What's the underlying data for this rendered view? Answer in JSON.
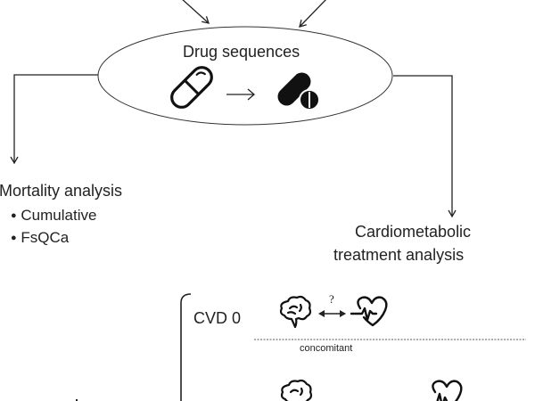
{
  "diagram": {
    "center_node": {
      "label": "Drug sequences",
      "icons": [
        "capsule-outline-icon",
        "arrow-right-icon",
        "pills-filled-icon"
      ],
      "arrow_glyph": "→"
    },
    "left_branch": {
      "title": "Mortality analysis",
      "bullets": [
        "Cumulative",
        "FsQCa"
      ],
      "bullet_glyph": "●"
    },
    "right_branch": {
      "title_line1": "Cardiometabolic",
      "title_line2": "treatment analysis"
    },
    "cvd_section": {
      "label": "CVD 0",
      "relation_symbol": "?",
      "relation_label": "concomitant",
      "icons": [
        "brain-icon",
        "double-arrow-icon",
        "heart-pulse-icon"
      ]
    }
  }
}
